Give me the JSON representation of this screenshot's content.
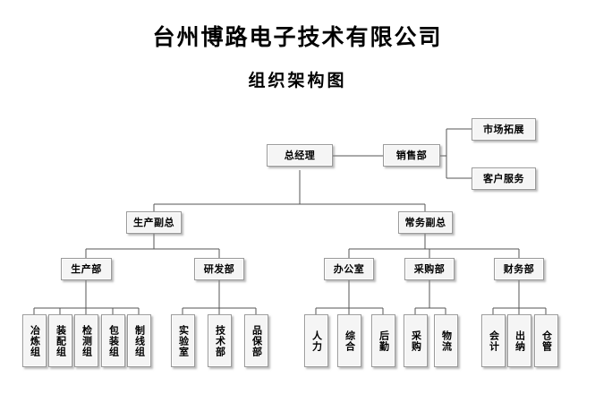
{
  "document": {
    "title": "台州博路电子技术有限公司",
    "subtitle": "组织架构图"
  },
  "chart_data": {
    "type": "diagram",
    "diagram_type": "organization-chart",
    "title": "台州博路电子技术有限公司",
    "subtitle": "组织架构图",
    "orientation": "top-down",
    "node_style": {
      "fill": "#f2f2f2",
      "border": "#9a9a9a",
      "shadow": "#8a8a8a",
      "connector": "#555555"
    },
    "levels": [
      [
        "总经理"
      ],
      [
        "销售部",
        "生产副总",
        "常务副总"
      ],
      [
        "市场拓展",
        "客户服务",
        "生产部",
        "研发部",
        "办公室",
        "采购部",
        "财务部"
      ],
      [
        "冶炼组",
        "装配组",
        "检测组",
        "包装组",
        "制线组",
        "实验室",
        "技术部",
        "品保部",
        "人力",
        "综合",
        "后勤",
        "采购",
        "物流",
        "会计",
        "出纳",
        "仓管"
      ]
    ],
    "edges": [
      {
        "from": "总经理",
        "to": "销售部"
      },
      {
        "from": "总经理",
        "to": "生产副总"
      },
      {
        "from": "总经理",
        "to": "常务副总"
      },
      {
        "from": "销售部",
        "to": "市场拓展"
      },
      {
        "from": "销售部",
        "to": "客户服务"
      },
      {
        "from": "生产副总",
        "to": "生产部"
      },
      {
        "from": "生产副总",
        "to": "研发部"
      },
      {
        "from": "常务副总",
        "to": "办公室"
      },
      {
        "from": "常务副总",
        "to": "采购部"
      },
      {
        "from": "常务副总",
        "to": "财务部"
      },
      {
        "from": "生产部",
        "to": "冶炼组"
      },
      {
        "from": "生产部",
        "to": "装配组"
      },
      {
        "from": "生产部",
        "to": "检测组"
      },
      {
        "from": "生产部",
        "to": "包装组"
      },
      {
        "from": "生产部",
        "to": "制线组"
      },
      {
        "from": "研发部",
        "to": "实验室"
      },
      {
        "from": "研发部",
        "to": "技术部"
      },
      {
        "from": "研发部",
        "to": "品保部"
      },
      {
        "from": "办公室",
        "to": "人力"
      },
      {
        "from": "办公室",
        "to": "综合"
      },
      {
        "from": "办公室",
        "to": "后勤"
      },
      {
        "from": "采购部",
        "to": "采购"
      },
      {
        "from": "采购部",
        "to": "物流"
      },
      {
        "from": "财务部",
        "to": "会计"
      },
      {
        "from": "财务部",
        "to": "出纳"
      },
      {
        "from": "财务部",
        "to": "仓管"
      }
    ]
  },
  "nodes": {
    "general_manager": "总经理",
    "sales_dept": "销售部",
    "market_development": "市场拓展",
    "customer_service": "客户服务",
    "production_vp": "生产副总",
    "executive_vp": "常务副总",
    "production_dept": "生产部",
    "rd_dept": "研发部",
    "office_dept": "办公室",
    "purchasing_dept": "采购部",
    "finance_dept": "财务部",
    "smelting_group": "冶炼组",
    "assembly_group": "装配组",
    "inspection_group": "检测组",
    "packaging_group": "包装组",
    "wire_group": "制线组",
    "laboratory": "实验室",
    "technology_dept": "技术部",
    "quality_dept": "品保部",
    "human_resources": "人力",
    "general_affairs": "综合",
    "logistics_support": "后勤",
    "purchasing_team": "采购",
    "logistics_team": "物流",
    "accounting": "会计",
    "cashier": "出纳",
    "warehouse": "仓管"
  }
}
